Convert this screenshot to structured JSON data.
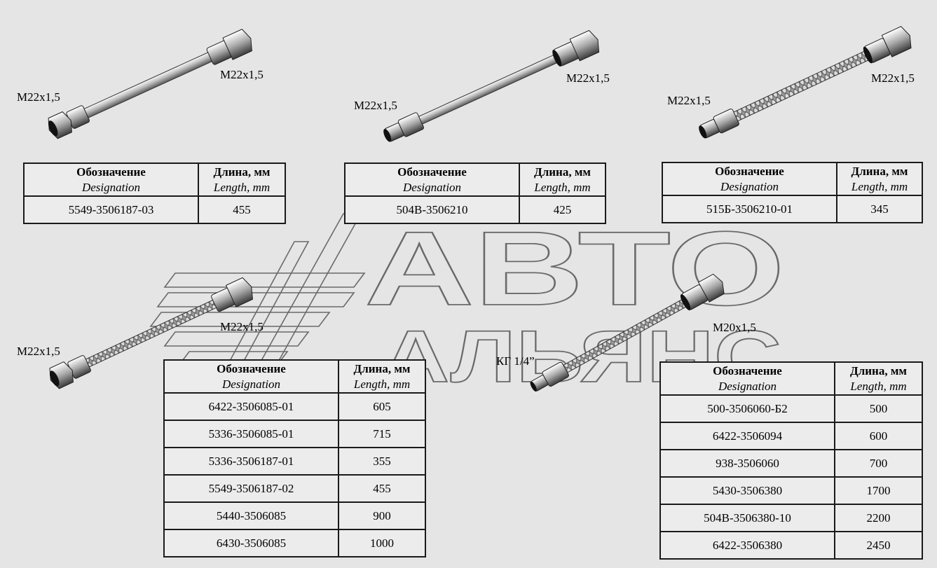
{
  "watermark": {
    "line1": "АВТО",
    "line2": "АЛЬЯНС"
  },
  "table_header": {
    "col1_ru": "Обозначение",
    "col1_en": "Designation",
    "col2_ru": "Длина, мм",
    "col2_en": "Length, mm"
  },
  "hoses": [
    {
      "labels": [
        "M22x1,5",
        "M22x1,5"
      ],
      "rows": [
        {
          "designation": "5549-3506187-03",
          "length": "455"
        }
      ]
    },
    {
      "labels": [
        "M22x1,5",
        "M22x1,5"
      ],
      "rows": [
        {
          "designation": "504В-3506210",
          "length": "425"
        }
      ]
    },
    {
      "labels": [
        "M22x1,5",
        "M22x1,5"
      ],
      "rows": [
        {
          "designation": "515Б-3506210-01",
          "length": "345"
        }
      ]
    },
    {
      "labels": [
        "M22x1,5",
        "M22x1,5"
      ],
      "rows": [
        {
          "designation": "6422-3506085-01",
          "length": "605"
        },
        {
          "designation": "5336-3506085-01",
          "length": "715"
        },
        {
          "designation": "5336-3506187-01",
          "length": "355"
        },
        {
          "designation": "5549-3506187-02",
          "length": "455"
        },
        {
          "designation": "5440-3506085",
          "length": "900"
        },
        {
          "designation": "6430-3506085",
          "length": "1000"
        }
      ]
    },
    {
      "labels": [
        "КГ 1/4”",
        "M20x1,5"
      ],
      "rows": [
        {
          "designation": "500-3506060-Б2",
          "length": "500"
        },
        {
          "designation": "6422-3506094",
          "length": "600"
        },
        {
          "designation": "938-3506060",
          "length": "700"
        },
        {
          "designation": "5430-3506380",
          "length": "1700"
        },
        {
          "designation": "504В-3506380-10",
          "length": "2200"
        },
        {
          "designation": "6422-3506380",
          "length": "2450"
        }
      ]
    }
  ]
}
